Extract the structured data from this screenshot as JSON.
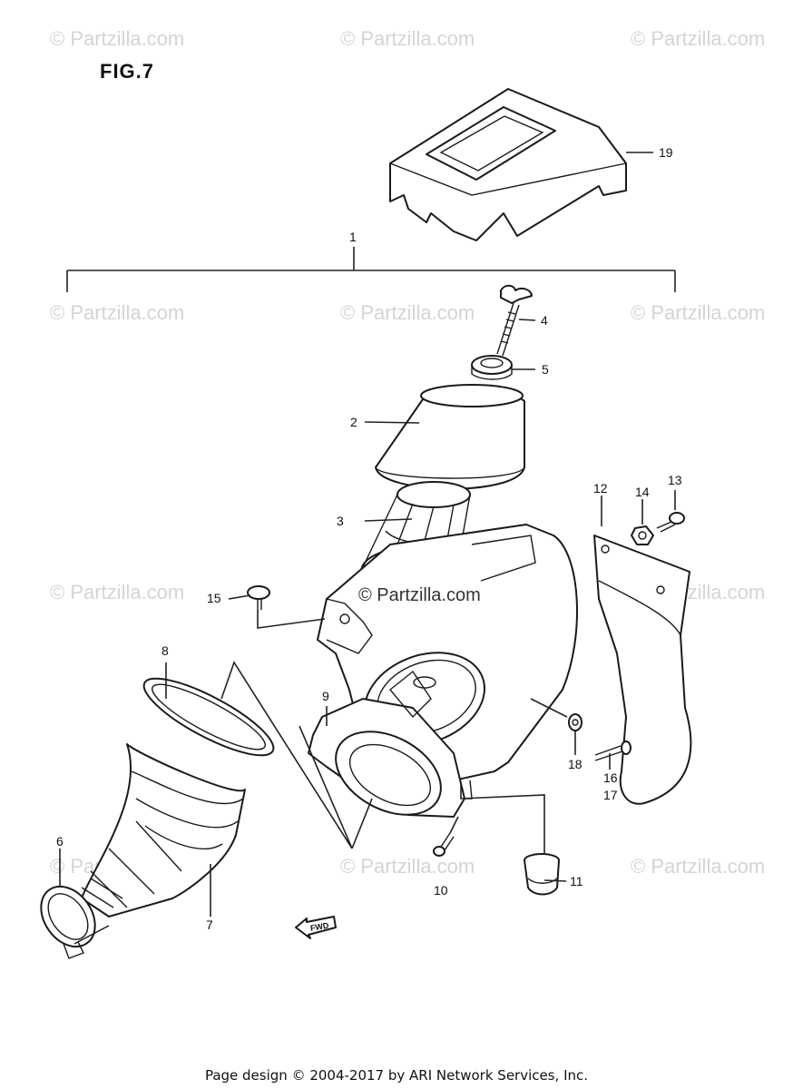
{
  "figure": {
    "title": "FIG.7"
  },
  "watermark": {
    "text": "© Partzilla.com",
    "center_text": "© Partzilla.com"
  },
  "footer": {
    "text": "Page design © 2004-2017 by ARI Network Services, Inc."
  },
  "callouts": {
    "c1": "1",
    "c2": "2",
    "c3": "3",
    "c4": "4",
    "c5": "5",
    "c6": "6",
    "c7": "7",
    "c8": "8",
    "c9": "9",
    "c10": "10",
    "c11": "11",
    "c12": "12",
    "c13": "13",
    "c14": "14",
    "c15": "15",
    "c16": "16",
    "c17": "17",
    "c18": "18",
    "c19": "19"
  },
  "fwd_label": "FWD"
}
